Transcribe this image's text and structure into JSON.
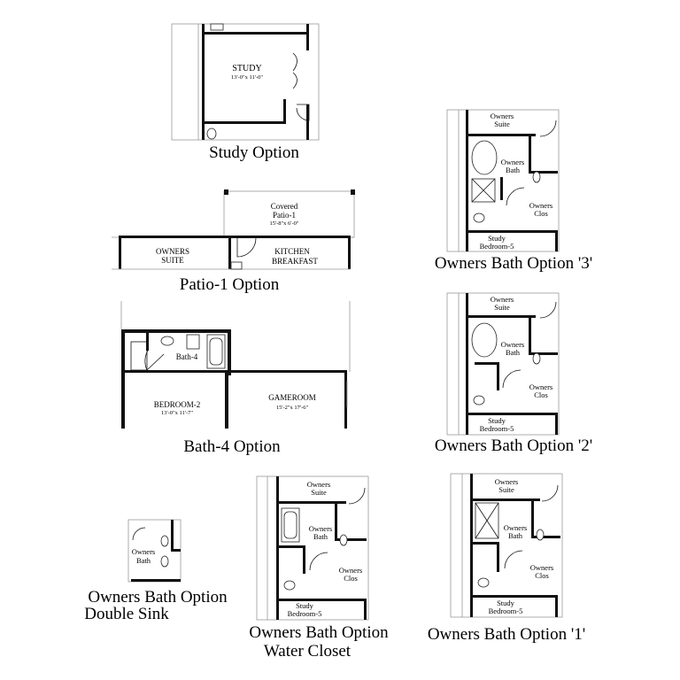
{
  "study_option": {
    "caption": "Study Option",
    "room_name": "STUDY",
    "room_dims": "13'-0\"x 11'-0\""
  },
  "patio_option": {
    "caption": "Patio-1 Option",
    "patio_name_line1": "Covered",
    "patio_name_line2": "Patio-1",
    "patio_dims": "15'-8\"x 6'-0\"",
    "owners_suite_line1": "OWNERS",
    "owners_suite_line2": "SUITE",
    "kitchen_line1": "KITCHEN",
    "kitchen_line2": "BREAKFAST"
  },
  "bath4_option": {
    "caption": "Bath-4 Option",
    "bath_name": "Bath-4",
    "bedroom_name": "BEDROOM-2",
    "bedroom_dims": "13'-0\"x 11'-7\"",
    "gameroom_name": "GAMEROOM",
    "gameroom_dims": "15'-2\"x 17'-6\""
  },
  "obo3": {
    "caption": "Owners Bath Option '3'",
    "suite_line1": "Owners",
    "suite_line2": "Suite",
    "bath_line1": "Owners",
    "bath_line2": "Bath",
    "clos_line1": "Owners",
    "clos_line2": "Clos",
    "study_line1": "Study",
    "study_line2": "Bedroom-5"
  },
  "obo2": {
    "caption": "Owners Bath Option '2'",
    "suite_line1": "Owners",
    "suite_line2": "Suite",
    "bath_line1": "Owners",
    "bath_line2": "Bath",
    "clos_line1": "Owners",
    "clos_line2": "Clos",
    "study_line1": "Study",
    "study_line2": "Bedroom-5"
  },
  "obo_ds": {
    "caption_line1": "Owners Bath Option",
    "caption_line2": "Double Sink",
    "bath_line1": "Owners",
    "bath_line2": "Bath"
  },
  "obo_wc": {
    "caption_line1": "Owners Bath Option",
    "caption_line2": "Water Closet",
    "suite_line1": "Owners",
    "suite_line2": "Suite",
    "bath_line1": "Owners",
    "bath_line2": "Bath",
    "clos_line1": "Owners",
    "clos_line2": "Clos",
    "study_line1": "Study",
    "study_line2": "Bedroom-5"
  },
  "obo1": {
    "caption": "Owners Bath Option '1'",
    "suite_line1": "Owners",
    "suite_line2": "Suite",
    "bath_line1": "Owners",
    "bath_line2": "Bath",
    "clos_line1": "Owners",
    "clos_line2": "Clos",
    "study_line1": "Study",
    "study_line2": "Bedroom-5"
  }
}
